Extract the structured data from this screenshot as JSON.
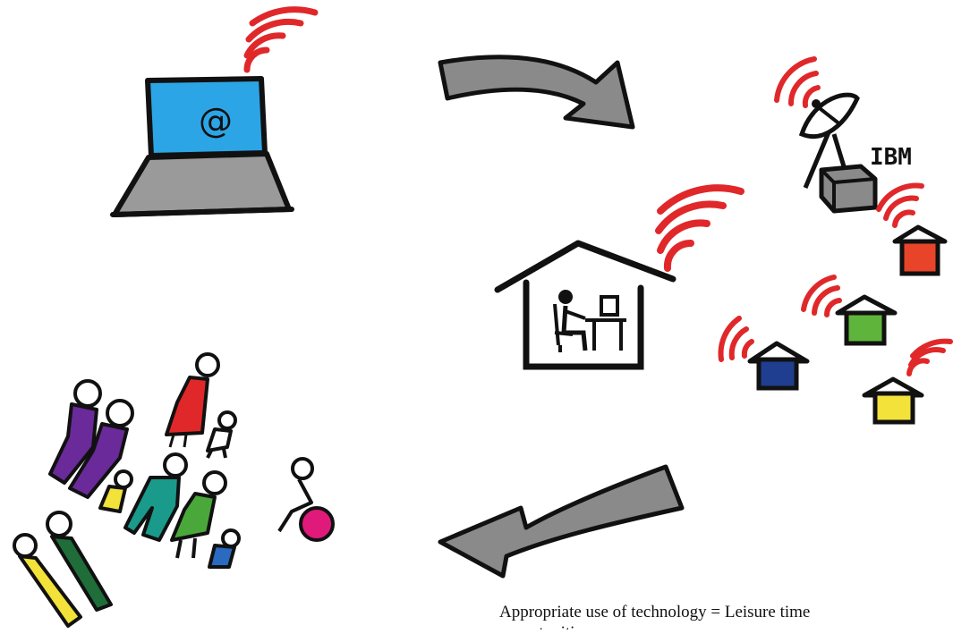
{
  "diagram": {
    "laptop": {
      "screen_symbol": "@"
    },
    "satellite_dish": {
      "brand_label": "IBM"
    },
    "caption": {
      "line1": "Appropriate use of technology = Leisure time",
      "line2": "opportunities"
    },
    "colors": {
      "signal": "#e0282a",
      "arrow": "#8a8a8a",
      "laptop_screen": "#2ca5e6",
      "laptop_body": "#9a9a9a",
      "house_red": "#e8442a",
      "house_green": "#5fb53c",
      "house_blue": "#1f3e8f",
      "house_yellow": "#f2e23a",
      "person_purple": "#6a2a9a",
      "person_red": "#e0282a",
      "person_teal": "#1a9a8a",
      "person_green": "#4aa83a",
      "person_darkgreen": "#1f6e3a",
      "person_yellow": "#f2e23a",
      "person_blue": "#2a6ac0",
      "ball_magenta": "#e01a7a"
    }
  }
}
